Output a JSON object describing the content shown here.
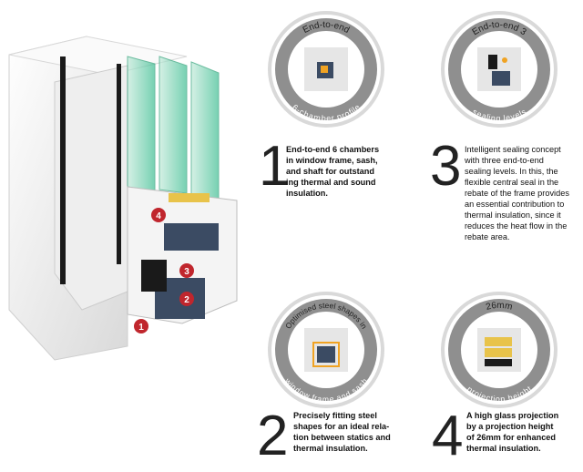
{
  "profile_illustration": {
    "markers": [
      "1",
      "2",
      "3",
      "4"
    ],
    "colors": {
      "frame": "#f2f2f2",
      "frame_shadow": "#cfcfcf",
      "gasket": "#1a1a1a",
      "glass": "#2fb98a",
      "marker": "#c0262d",
      "insulation": "#3b4b63"
    }
  },
  "badges": [
    {
      "top_label": "End-to-end",
      "bottom_label": "6-chamber profile"
    },
    {
      "top_label": "End-to-end 3",
      "bottom_label": "sealing levels"
    },
    {
      "top_label": "Optimised steel shapes in",
      "bottom_label": "window frame and sash"
    },
    {
      "top_label": "26mm",
      "bottom_label": "projection height"
    }
  ],
  "features": [
    {
      "number": "1",
      "lines": [
        "End-to-end 6 chambers",
        "in window frame, sash,",
        "and shaft for outstand",
        "ing thermal and sound",
        "insulation."
      ]
    },
    {
      "number": "3",
      "lines": [
        "Intelligent sealing concept",
        "with three end-to-end",
        "sealing levels. In this, the",
        "flexible central seal in the",
        "rebate of the frame provides",
        "an essential contribution to",
        "thermal insulation, since it",
        "reduces the heat flow in the",
        "rebate area."
      ]
    },
    {
      "number": "2",
      "lines": [
        "Precisely fitting steel",
        "shapes for an ideal rela-",
        "tion between statics and",
        "thermal insulation."
      ]
    },
    {
      "number": "4",
      "lines": [
        "A high glass projection",
        "by a projection height",
        "of 26mm for enhanced",
        "thermal insulation."
      ]
    }
  ]
}
